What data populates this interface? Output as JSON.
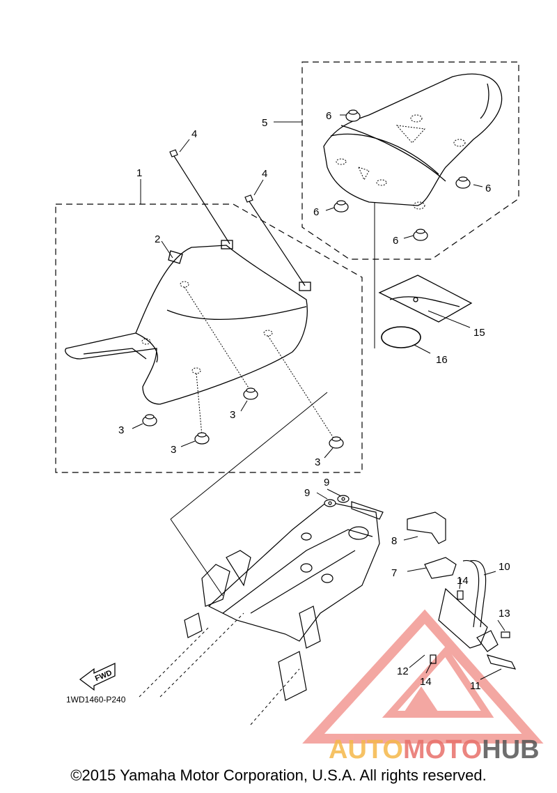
{
  "callouts": {
    "c1": "1",
    "c2": "2",
    "c3a": "3",
    "c3b": "3",
    "c3c": "3",
    "c3d": "3",
    "c4a": "4",
    "c4b": "4",
    "c5": "5",
    "c6a": "6",
    "c6b": "6",
    "c6c": "6",
    "c6d": "6",
    "c7": "7",
    "c8": "8",
    "c9a": "9",
    "c9b": "9",
    "c10": "10",
    "c11": "11",
    "c12": "12",
    "c13": "13",
    "c14a": "14",
    "c14b": "14",
    "c15": "15",
    "c16": "16"
  },
  "diagram_ref": "1WD1460-P240",
  "fwd_label": "FWD",
  "watermark": {
    "part1": "AUTO",
    "part2": "MOTO",
    "part3": "HUB",
    "color1": "#f5b84a",
    "color2": "#e8706a",
    "color3": "#555555",
    "triangle_color": "#f08a84"
  },
  "copyright": "©2015 Yamaha Motor Corporation, U.S.A. All rights reserved."
}
